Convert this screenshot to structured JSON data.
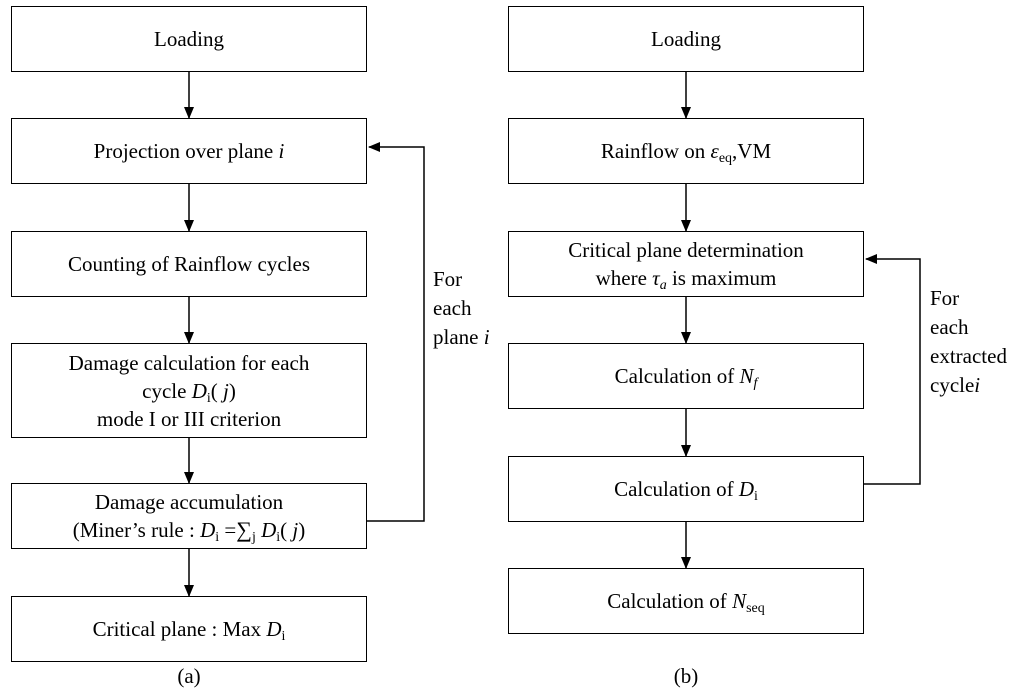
{
  "diagram_a": {
    "caption": "(a)",
    "loading": "Loading",
    "projection": {
      "text": "Projection over plane",
      "var": "i"
    },
    "counting": "Counting of Rainflow cycles",
    "damage_calc": {
      "line1": "Damage calculation for each",
      "line2_pre": "cycle",
      "line2_var": "D",
      "line2_sub": "i",
      "line2_arg": "j",
      "line3": "mode I or III criterion"
    },
    "accumulation": {
      "line1": "Damage accumulation",
      "line2_pre": "(Miner’s rule :",
      "var": "D",
      "sub": "i",
      "sum_sub": "j",
      "arg": "j"
    },
    "critical": {
      "text": "Critical plane : Max",
      "var": "D",
      "sub": "i"
    },
    "loop_label": {
      "line1": "For",
      "line2": "each",
      "line3": "plane",
      "var": "i"
    }
  },
  "diagram_b": {
    "caption": "(b)",
    "loading": "Loading",
    "rainflow": {
      "text": "Rainflow on",
      "var": "ε",
      "sub": "eq",
      "suffix": ",VM"
    },
    "critical_plane": {
      "line1": "Critical plane determination",
      "line2_pre": "where",
      "var": "τ",
      "sub": "a",
      "line2_post": "is maximum"
    },
    "nf": {
      "text": "Calculation of",
      "var": "N",
      "sub": "f"
    },
    "di": {
      "text": "Calculation of",
      "var": "D",
      "sub": "i"
    },
    "nseq": {
      "text": "Calculation of",
      "var": "N",
      "sub": "seq"
    },
    "loop_label": {
      "line1": "For",
      "line2": "each",
      "line3": "extracted",
      "line4": "cycle",
      "var": "i"
    }
  }
}
